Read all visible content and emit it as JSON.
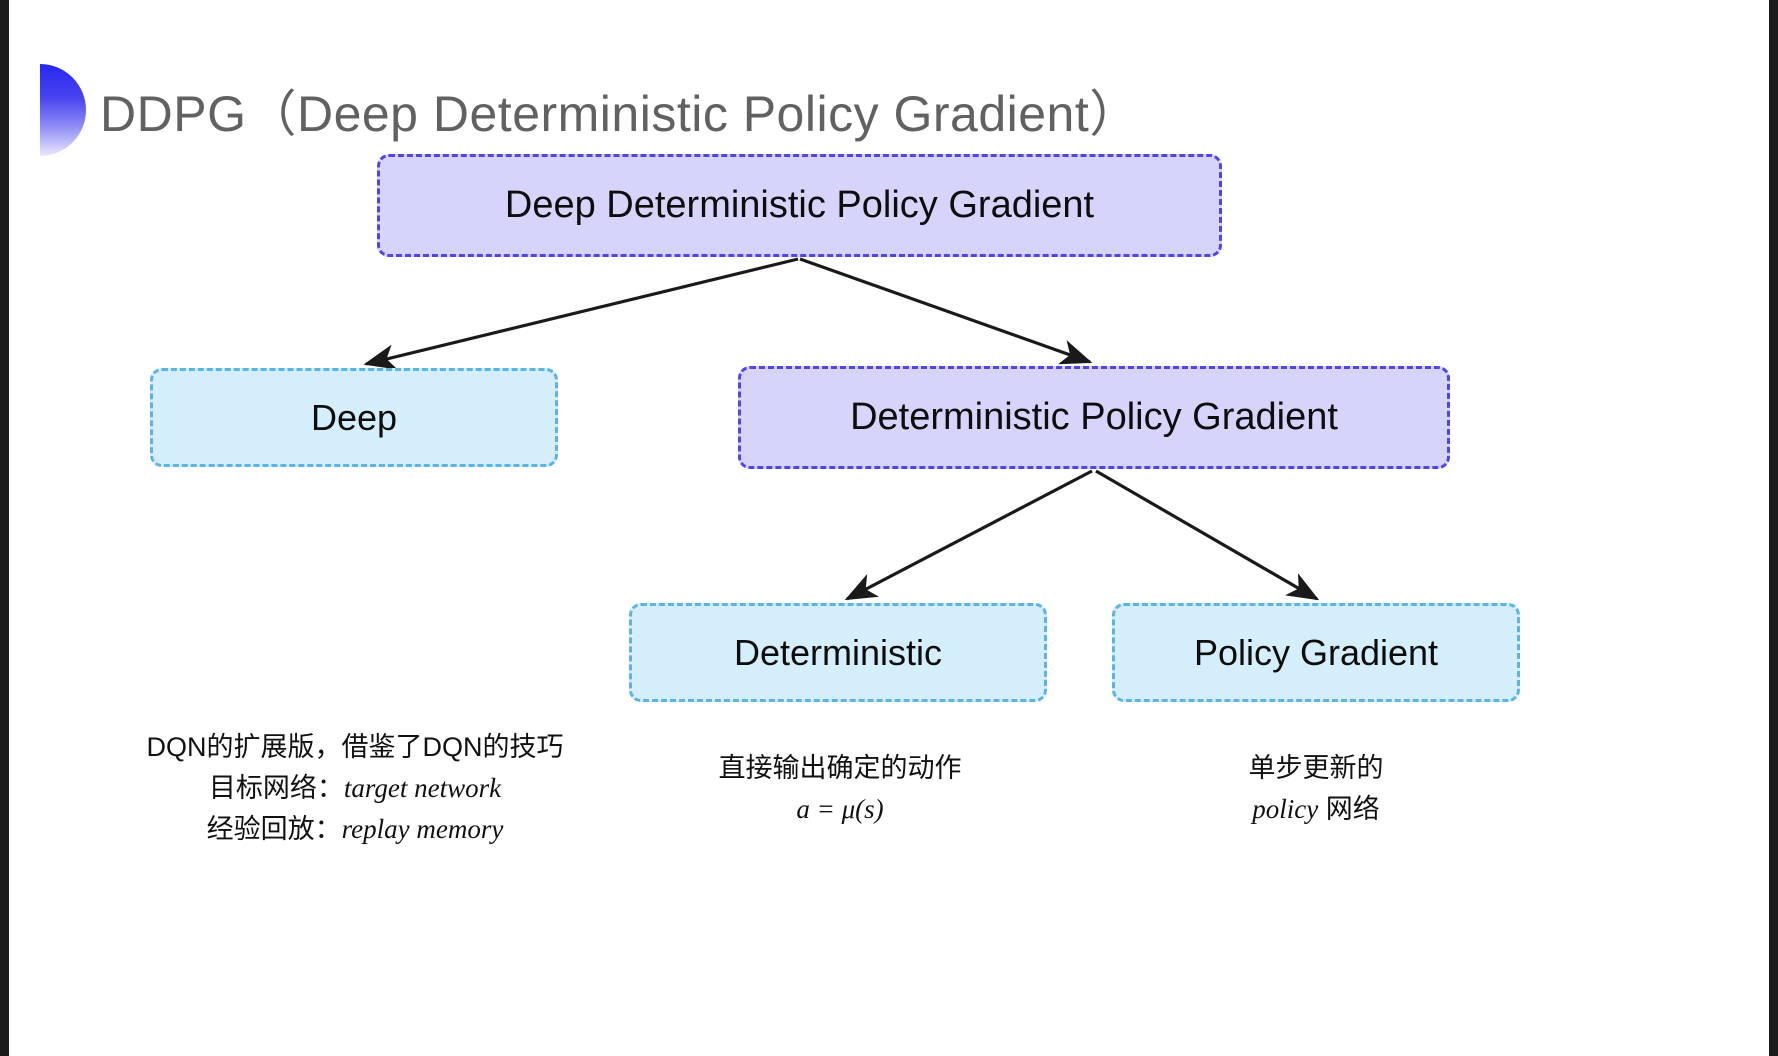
{
  "slide": {
    "title": "DDPG（Deep Deterministic Policy Gradient）",
    "bullet_icon": "half-circle-bullet-icon",
    "background_color": "#ffffff"
  },
  "colors": {
    "purple_fill": "#d6d4fb",
    "purple_border": "#4f46e5",
    "cyan_fill": "#d5eefb",
    "cyan_border": "#5bb4e5",
    "title_text": "#616161",
    "body_text": "#111111",
    "arrow": "#1a1a1a"
  },
  "diagram": {
    "type": "hierarchy-tree",
    "nodes": [
      {
        "id": "root",
        "label": "Deep Deterministic Policy Gradient",
        "style": "purple"
      },
      {
        "id": "deep",
        "label": "Deep",
        "style": "cyan"
      },
      {
        "id": "dpg",
        "label": "Deterministic Policy Gradient",
        "style": "purple"
      },
      {
        "id": "deterministic",
        "label": "Deterministic",
        "style": "cyan"
      },
      {
        "id": "policy_gradient",
        "label": "Policy Gradient",
        "style": "cyan"
      }
    ],
    "edges": [
      {
        "from": "root",
        "to": "deep"
      },
      {
        "from": "root",
        "to": "dpg"
      },
      {
        "from": "dpg",
        "to": "deterministic"
      },
      {
        "from": "dpg",
        "to": "policy_gradient"
      }
    ]
  },
  "captions": {
    "deep": {
      "line_1": "DQN的扩展版，借鉴了DQN的技巧",
      "line_2_label": "目标网络：",
      "line_2_term": "target network",
      "line_3_label": "经验回放：",
      "line_3_term": "replay memory"
    },
    "deterministic": {
      "line_1": "直接输出确定的动作",
      "formula": "a = μ(s)"
    },
    "policy_gradient": {
      "line_1": "单步更新的",
      "line_2_term": "policy",
      "line_2_suffix": " 网络"
    }
  }
}
